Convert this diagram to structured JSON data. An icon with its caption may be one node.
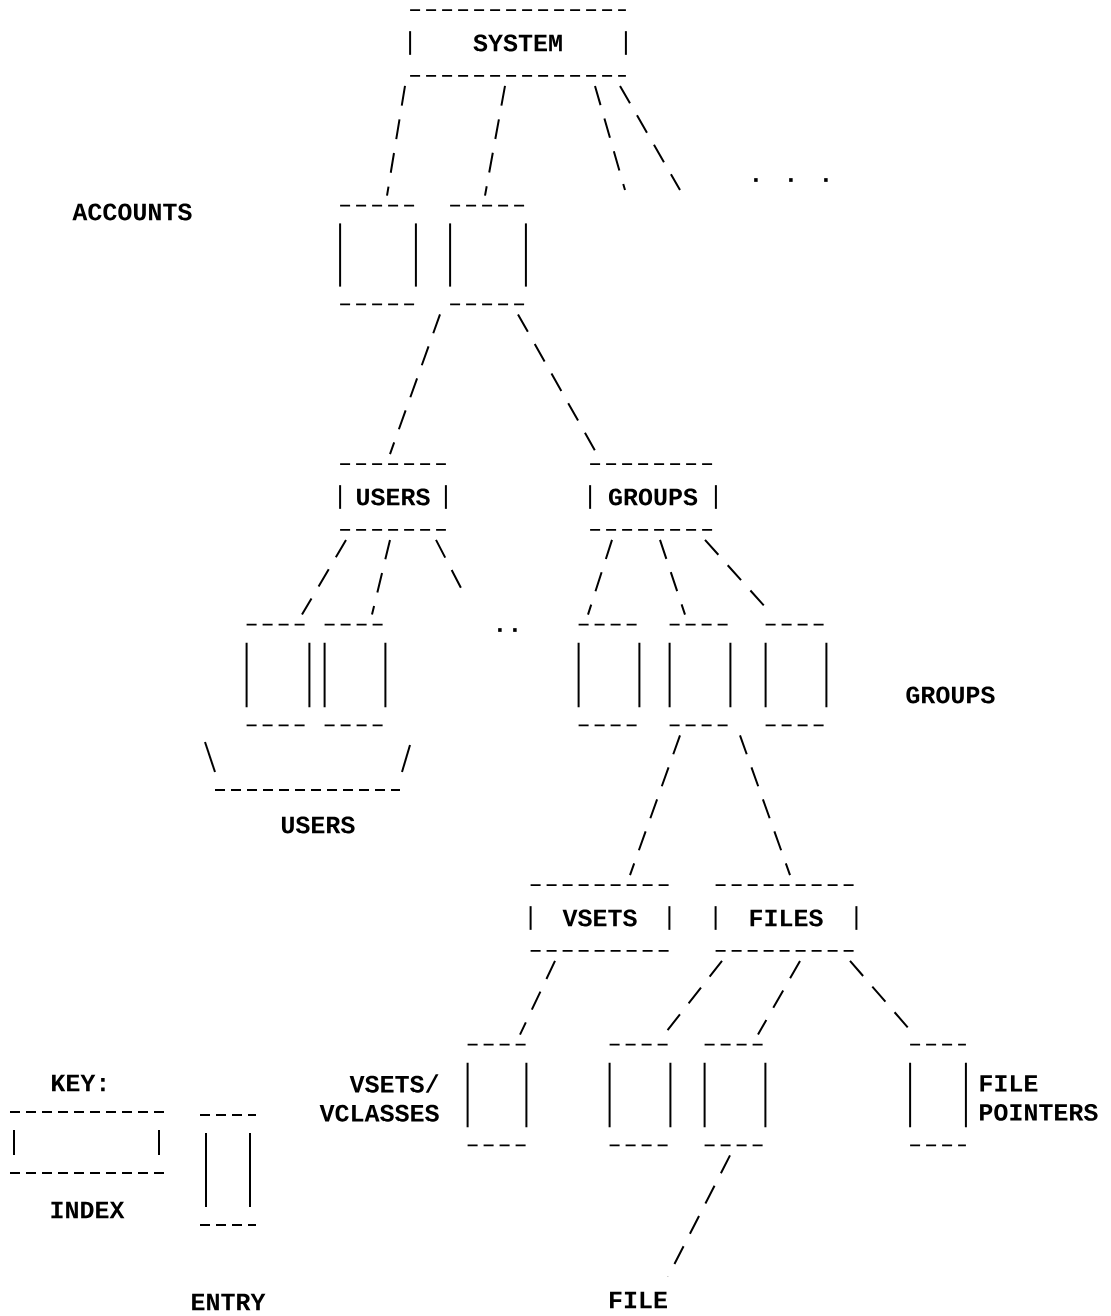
{
  "diagram": {
    "nodes": [
      {
        "text": [
          "SYSTEM"
        ]
      },
      {
        "text": [],
        "shape": "box"
      },
      {
        "text": [],
        "shape": "box"
      },
      {
        "text": [
          "USERS"
        ]
      },
      {
        "text": [
          "GROUPS"
        ]
      },
      {
        "text": [],
        "shape": "box"
      },
      {
        "text": [],
        "shape": "box"
      },
      {
        "text": [],
        "shape": "box"
      },
      {
        "text": [],
        "shape": "box"
      },
      {
        "text": [],
        "shape": "box"
      },
      {
        "text": [
          "VSETS"
        ]
      },
      {
        "text": [
          "FILES"
        ]
      },
      {
        "text": [],
        "shape": "box",
        "beside": [
          "VSETS/ VCLASSES"
        ]
      },
      {
        "text": [],
        "shape": "box"
      },
      {
        "text": [],
        "shape": "box"
      },
      {
        "text": [],
        "shape": "box",
        "beside": [
          "FILE POINTERS"
        ]
      },
      {
        "text": [
          "FILE"
        ]
      }
    ],
    "edges": [
      {
        "from": 0,
        "to": 1,
        "arrow": "none"
      },
      {
        "from": 0,
        "to": 2,
        "arrow": "none"
      },
      {
        "from": 0,
        "to": null,
        "arrow": "none"
      },
      {
        "from": 0,
        "to": null,
        "arrow": "none"
      },
      {
        "from": 2,
        "to": 3,
        "arrow": "none"
      },
      {
        "from": 2,
        "to": 4,
        "arrow": "none"
      },
      {
        "from": 3,
        "to": 5,
        "arrow": "none"
      },
      {
        "from": 3,
        "to": 6,
        "arrow": "none"
      },
      {
        "from": 3,
        "to": null,
        "arrow": "none"
      },
      {
        "from": 4,
        "to": 7,
        "arrow": "none"
      },
      {
        "from": 4,
        "to": 8,
        "arrow": "none"
      },
      {
        "from": 4,
        "to": 9,
        "arrow": "none"
      },
      {
        "from": 8,
        "to": 10,
        "arrow": "none"
      },
      {
        "from": 8,
        "to": 11,
        "arrow": "none"
      },
      {
        "from": 10,
        "to": 12,
        "arrow": "none"
      },
      {
        "from": 11,
        "to": 13,
        "arrow": "none"
      },
      {
        "from": 11,
        "to": 14,
        "arrow": "none"
      },
      {
        "from": 11,
        "to": 15,
        "arrow": "none"
      },
      {
        "from": 14,
        "to": 16,
        "arrow": "none"
      }
    ],
    "labels": [
      "ACCOUNTS",
      ". . .",
      "..",
      "GROUPS",
      "USERS",
      "KEY:"
    ],
    "legend": [
      {
        "text": "INDEX"
      },
      {
        "text": "ENTRY"
      }
    ]
  }
}
